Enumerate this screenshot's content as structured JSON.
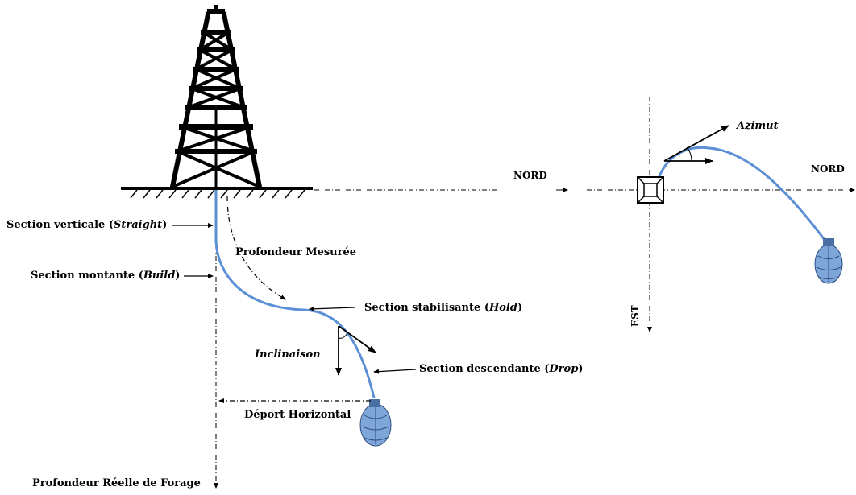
{
  "labels": {
    "section_verticale": "Section verticale (",
    "section_verticale_it": "Straight",
    "section_montante": "Section montante (",
    "section_montante_it": "Build",
    "profondeur_mesuree": "Profondeur Mesurée",
    "section_stabilisante": "Section stabilisante (",
    "section_stabilisante_it": "Hold",
    "inclinaison": "Inclinaison",
    "section_descendante": "Section descendante (",
    "section_descendante_it": "Drop",
    "deport_horizontal": "Déport Horizontal",
    "profondeur_reelle": "Profondeur Réelle de Forage",
    "nord_left": "NORD",
    "nord_right": "NORD",
    "est": "EST",
    "azimut": "Azimut",
    "close_paren": ")"
  },
  "colors": {
    "well_path": "#5b8fd6",
    "ink": "#000000",
    "bit": "#7fa6d8"
  },
  "icons": [
    "derrick-icon",
    "drill-bit-icon",
    "wellhead-icon"
  ]
}
